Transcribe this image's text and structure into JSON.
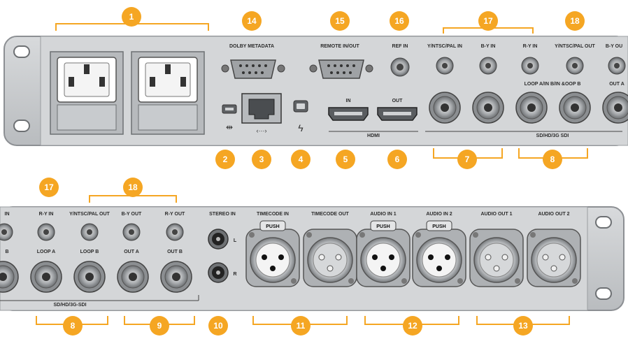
{
  "colors": {
    "badge": "#f5a623",
    "bracket": "#f5a623",
    "chassis": "#c9cbce",
    "chassis_dark": "#9ea1a5",
    "port_dark": "#333333"
  },
  "top_panel": {
    "badges": [
      "1",
      "14",
      "15",
      "16",
      "17",
      "18",
      "2",
      "3",
      "4",
      "5",
      "6",
      "7",
      "8"
    ],
    "labels": {
      "dolby_metadata": "DOLBY METADATA",
      "remote_in_out": "REMOTE IN/OUT",
      "ref_in": "REF IN",
      "y_ntsc_pal_in": "Y/NTSC/PAL IN",
      "b_y_in": "B-Y IN",
      "r_y_in": "R-Y IN",
      "y_ntsc_pal_out": "Y/NTSC/PAL OUT",
      "b_y_out_partial": "B-Y OU",
      "loop_a_in_b_in_loop_b": "LOOP A/IN B/IN &OOP B",
      "out_partial": "OUT A",
      "hdmi_in": "IN",
      "hdmi_out": "OUT",
      "hdmi": "HDMI",
      "sdi_group": "SD/HD/3G SDI"
    }
  },
  "bottom_panel": {
    "badges": [
      "17",
      "18",
      "8",
      "9",
      "10",
      "11",
      "12",
      "13"
    ],
    "labels": {
      "in_partial": "IN",
      "r_y_in": "R-Y IN",
      "y_ntsc_pal_out": "Y/NTSC/PAL OUT",
      "b_y_out": "B-Y OUT",
      "r_y_out": "R-Y OUT",
      "stereo_in": "STEREO IN",
      "timecode_in": "TIMECODE IN",
      "timecode_out": "TIMECODE OUT",
      "audio_in_1": "AUDIO IN 1",
      "audio_in_2": "AUDIO IN 2",
      "audio_out_1": "AUDIO OUT 1",
      "audio_out_2": "AUDIO OUT 2",
      "b_partial": "B",
      "loop_a": "LOOP A",
      "loop_b": "LOOP B",
      "out_a": "OUT A",
      "out_b": "OUT B",
      "stereo_l": "L",
      "stereo_r": "R",
      "push": "PUSH",
      "sdi_group": "SD/HD/3G-SDI"
    }
  }
}
